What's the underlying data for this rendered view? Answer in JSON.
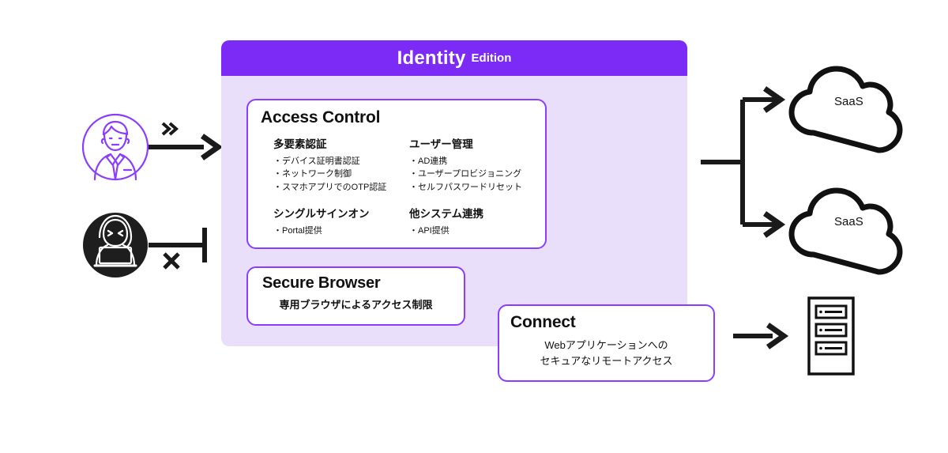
{
  "panel": {
    "header": {
      "title": "Identity",
      "subtitle": "Edition"
    },
    "bg_color": "#e9dffb",
    "header_color": "#7b2bf5",
    "border_color": "#8b3dff"
  },
  "access_control": {
    "title": "Access Control",
    "groups": [
      {
        "heading": "多要素認証",
        "items": [
          "・デバイス証明書認証",
          "・ネットワーク制御",
          "・スマホアプリでのOTP認証"
        ]
      },
      {
        "heading": "ユーザー管理",
        "items": [
          "・AD連携",
          "・ユーザープロビジョニング",
          "・セルフパスワードリセット"
        ]
      },
      {
        "heading": "シングルサインオン",
        "items": [
          "・Portal提供"
        ]
      },
      {
        "heading": "他システム連携",
        "items": [
          "・API提供"
        ]
      }
    ]
  },
  "secure_browser": {
    "title": "Secure Browser",
    "description": "専用ブラウザによるアクセス制限"
  },
  "connect": {
    "title": "Connect",
    "description_line1": "Webアプリケーションへの",
    "description_line2": "セキュアなリモートアクセス"
  },
  "actors": {
    "user": {
      "icon": "user-avatar-icon",
      "marker": "»"
    },
    "hacker": {
      "icon": "hacker-icon",
      "marker": "✕"
    }
  },
  "targets": {
    "cloud_1": {
      "label": "SaaS",
      "icon": "cloud-icon"
    },
    "cloud_2": {
      "label": "SaaS",
      "icon": "cloud-icon"
    },
    "server": {
      "icon": "server-rack-icon"
    }
  }
}
